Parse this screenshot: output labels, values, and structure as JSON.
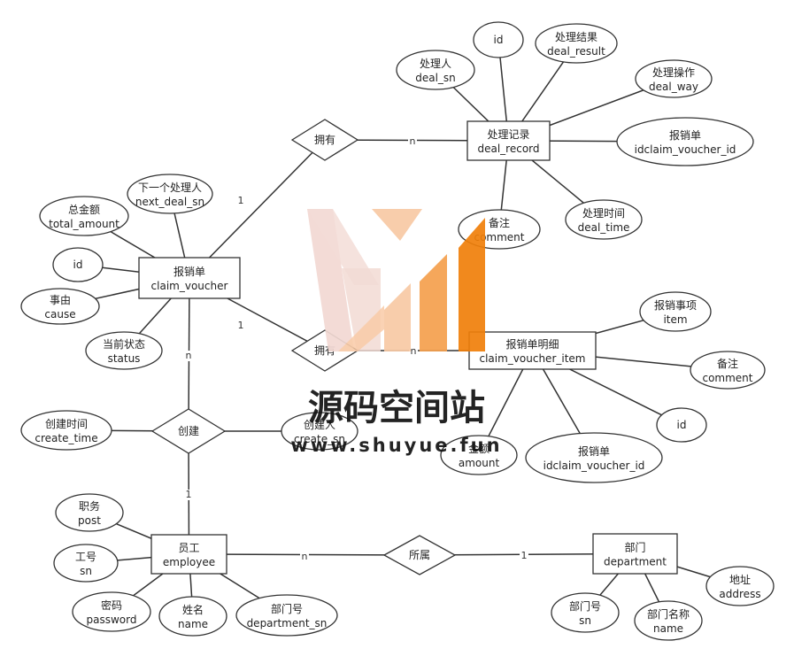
{
  "diagram": {
    "entities": [
      {
        "id": "claim",
        "l1": "报销单",
        "l2": "claim_voucher"
      },
      {
        "id": "deal",
        "l1": "处理记录",
        "l2": "deal_record"
      },
      {
        "id": "item",
        "l1": "报销单明细",
        "l2": "claim_voucher_item"
      },
      {
        "id": "emp",
        "l1": "员工",
        "l2": "employee"
      },
      {
        "id": "dept",
        "l1": "部门",
        "l2": "department"
      }
    ],
    "relations": [
      {
        "id": "r_own1",
        "label": "拥有"
      },
      {
        "id": "r_own2",
        "label": "拥有"
      },
      {
        "id": "r_create",
        "label": "创建"
      },
      {
        "id": "r_belong",
        "label": "所属"
      }
    ],
    "attributes": [
      {
        "id": "a_total",
        "l1": "总金额",
        "l2": "total_amount"
      },
      {
        "id": "a_next",
        "l1": "下一个处理人",
        "l2": "next_deal_sn"
      },
      {
        "id": "a_cid",
        "l1": "id",
        "l2": ""
      },
      {
        "id": "a_cause",
        "l1": "事由",
        "l2": "cause"
      },
      {
        "id": "a_status",
        "l1": "当前状态",
        "l2": "status"
      },
      {
        "id": "a_did",
        "l1": "id",
        "l2": ""
      },
      {
        "id": "a_dsn",
        "l1": "处理人",
        "l2": "deal_sn"
      },
      {
        "id": "a_dres",
        "l1": "处理结果",
        "l2": "deal_result"
      },
      {
        "id": "a_dway",
        "l1": "处理操作",
        "l2": "deal_way"
      },
      {
        "id": "a_dcv",
        "l1": "报销单",
        "l2": "idclaim_voucher_id"
      },
      {
        "id": "a_dtime",
        "l1": "处理时间",
        "l2": "deal_time"
      },
      {
        "id": "a_dcom",
        "l1": "备注",
        "l2": "comment"
      },
      {
        "id": "a_iitem",
        "l1": "报销事项",
        "l2": "item"
      },
      {
        "id": "a_icom",
        "l1": "备注",
        "l2": "comment"
      },
      {
        "id": "a_iid",
        "l1": "id",
        "l2": ""
      },
      {
        "id": "a_icv",
        "l1": "报销单",
        "l2": "idclaim_voucher_id"
      },
      {
        "id": "a_iamt",
        "l1": "金额",
        "l2": "amount"
      },
      {
        "id": "a_ctime",
        "l1": "创建时间",
        "l2": "create_time"
      },
      {
        "id": "a_csn",
        "l1": "创建人",
        "l2": "create_sn"
      },
      {
        "id": "a_post",
        "l1": "职务",
        "l2": "post"
      },
      {
        "id": "a_esn",
        "l1": "工号",
        "l2": "sn"
      },
      {
        "id": "a_pwd",
        "l1": "密码",
        "l2": "password"
      },
      {
        "id": "a_name",
        "l1": "姓名",
        "l2": "name"
      },
      {
        "id": "a_edept",
        "l1": "部门号",
        "l2": "department_sn"
      },
      {
        "id": "a_dpsn",
        "l1": "部门号",
        "l2": "sn"
      },
      {
        "id": "a_dpname",
        "l1": "部门名称",
        "l2": "name"
      },
      {
        "id": "a_addr",
        "l1": "地址",
        "l2": "address"
      }
    ],
    "cardinalities": [
      {
        "id": "c1",
        "label": "1"
      },
      {
        "id": "c2",
        "label": "n"
      },
      {
        "id": "c3",
        "label": "1"
      },
      {
        "id": "c4",
        "label": "n"
      },
      {
        "id": "c5",
        "label": "n"
      },
      {
        "id": "c6",
        "label": "1"
      },
      {
        "id": "c7",
        "label": "n"
      },
      {
        "id": "c8",
        "label": "1"
      }
    ]
  },
  "watermark": {
    "title": "源码空间站",
    "url": "www.shuyue.fun",
    "colors": {
      "pale": "#f2d9d3",
      "light": "#f8c9a4",
      "mid": "#f5a04e",
      "strong": "#f07f0a"
    }
  }
}
